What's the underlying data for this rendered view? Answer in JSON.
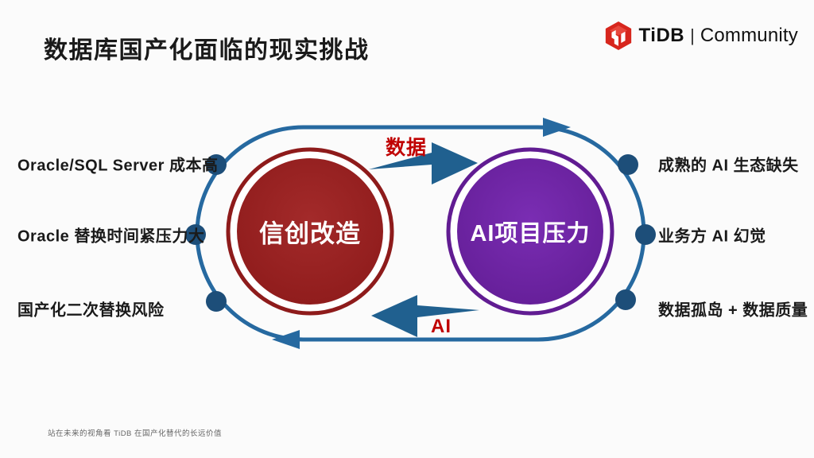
{
  "slide": {
    "title": "数据库国产化面临的现实挑战",
    "footer": "站在未来的视角看 TiDB 在国产化替代的长远价值"
  },
  "brand": {
    "name": "TiDB",
    "separator": "|",
    "community": "Community",
    "logo_color": "#D7261D"
  },
  "diagram": {
    "left_items": [
      {
        "label": "Oracle/SQL Server 成本高"
      },
      {
        "label": "Oracle 替换时间紧压力大"
      },
      {
        "label": "国产化二次替换风险"
      }
    ],
    "right_items": [
      {
        "label": "成熟的 AI 生态缺失"
      },
      {
        "label": "业务方 AI 幻觉"
      },
      {
        "label": "数据孤岛 + 数据质量"
      }
    ],
    "left_circle": {
      "label": "信创改造",
      "fill": "#951D1D",
      "ring": "#8E1B1B"
    },
    "right_circle": {
      "label": "AI项目压力",
      "fill": "#6E22A2",
      "ring": "#611C92"
    },
    "top_arrow_label": "数据",
    "bottom_arrow_label": "AI",
    "colors": {
      "loop_stroke": "#2669A0",
      "arrow_fill": "#20608F",
      "dot_fill": "#1D4E79",
      "arrow_label": "#C00000"
    }
  }
}
